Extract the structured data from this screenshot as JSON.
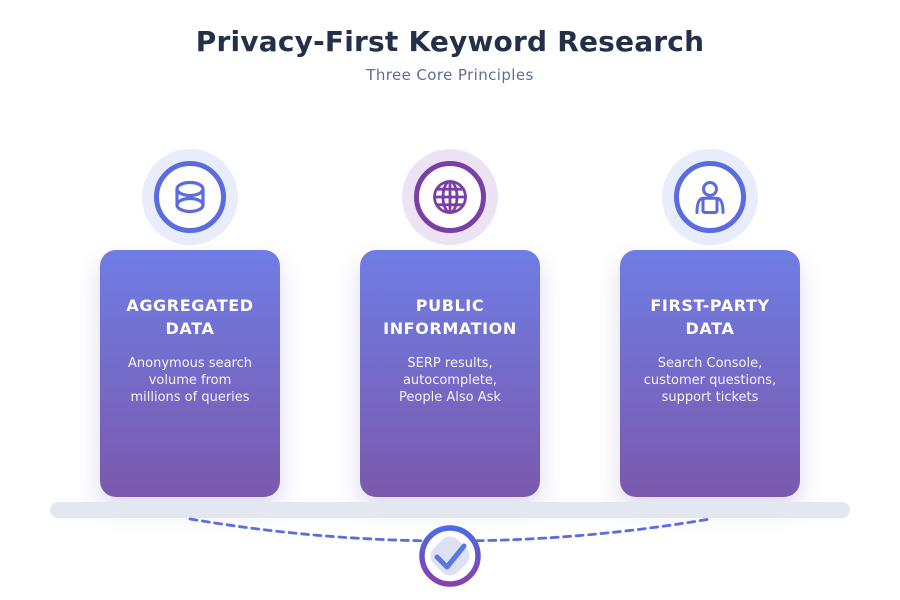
{
  "header": {
    "title": "Privacy-First Keyword Research",
    "subtitle": "Three Core Principles"
  },
  "principles": [
    {
      "icon": "database-icon",
      "title": "AGGREGATED\nDATA",
      "description": "Anonymous search\nvolume from\nmillions of queries",
      "accent": "#5b6ce1"
    },
    {
      "icon": "globe-icon",
      "title": "PUBLIC\nINFORMATION",
      "description": "SERP results,\nautocomplete,\nPeople Also Ask",
      "accent": "#7a3fa6"
    },
    {
      "icon": "person-icon",
      "title": "FIRST-PARTY\nDATA",
      "description": "Search Console,\ncustomer questions,\nsupport tickets",
      "accent": "#5b6ce1"
    }
  ],
  "footer": {
    "badge_icon": "checkmark-icon"
  },
  "colors": {
    "title_text": "#233049",
    "subtitle_text": "#5d6f93",
    "card_gradient_top": "#6f7de4",
    "card_gradient_bottom": "#7a59ac",
    "accent_blue": "#5b6ce1",
    "accent_purple": "#7a3fa6",
    "bubble_blue": "#e9ecfb",
    "bubble_purple": "#ece4f4",
    "base_bar": "#e2e7f0",
    "dashed_line": "#5b6ee0",
    "check_ring_top": "#4b69e8",
    "check_ring_bottom": "#8a40a9",
    "checkmark": "#5677e9"
  }
}
